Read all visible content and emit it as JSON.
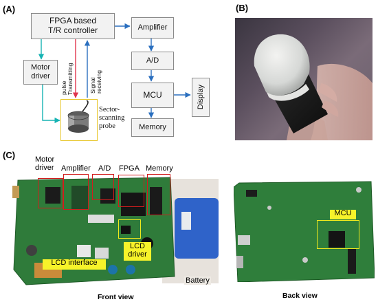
{
  "panels": {
    "a": "(A)",
    "b": "(B)",
    "c": "(C)"
  },
  "diagram": {
    "fpga": "FPGA based\nT/R controller",
    "motor_driver": "Motor\ndriver",
    "amplifier": "Amplifier",
    "ad": "A/D",
    "mcu": "MCU",
    "memory": "Memory",
    "display": "Display",
    "pulse_label": "pulse\nTransmitting",
    "signal_label": "Signal\nreceiving",
    "probe_label": "Sector-\nscanning\nprobe"
  },
  "board_labels": {
    "motor_driver": "Motor\ndriver",
    "amplifier": "Amplifier",
    "ad": "A/D",
    "fpga": "FPGA",
    "memory": "Memory",
    "lcd_driver": "LCD\ndriver",
    "lcd_interface": "LCD interface",
    "battery": "Battery",
    "mcu": "MCU"
  },
  "captions": {
    "front": "Front view",
    "back": "Back view"
  },
  "colors": {
    "teal_arrow": "#16b3b3",
    "red_arrow": "#e0344d",
    "blue_arrow": "#2a6fbf",
    "highlight_yellow": "#f7f32a",
    "highlight_red": "#d21d1d"
  }
}
